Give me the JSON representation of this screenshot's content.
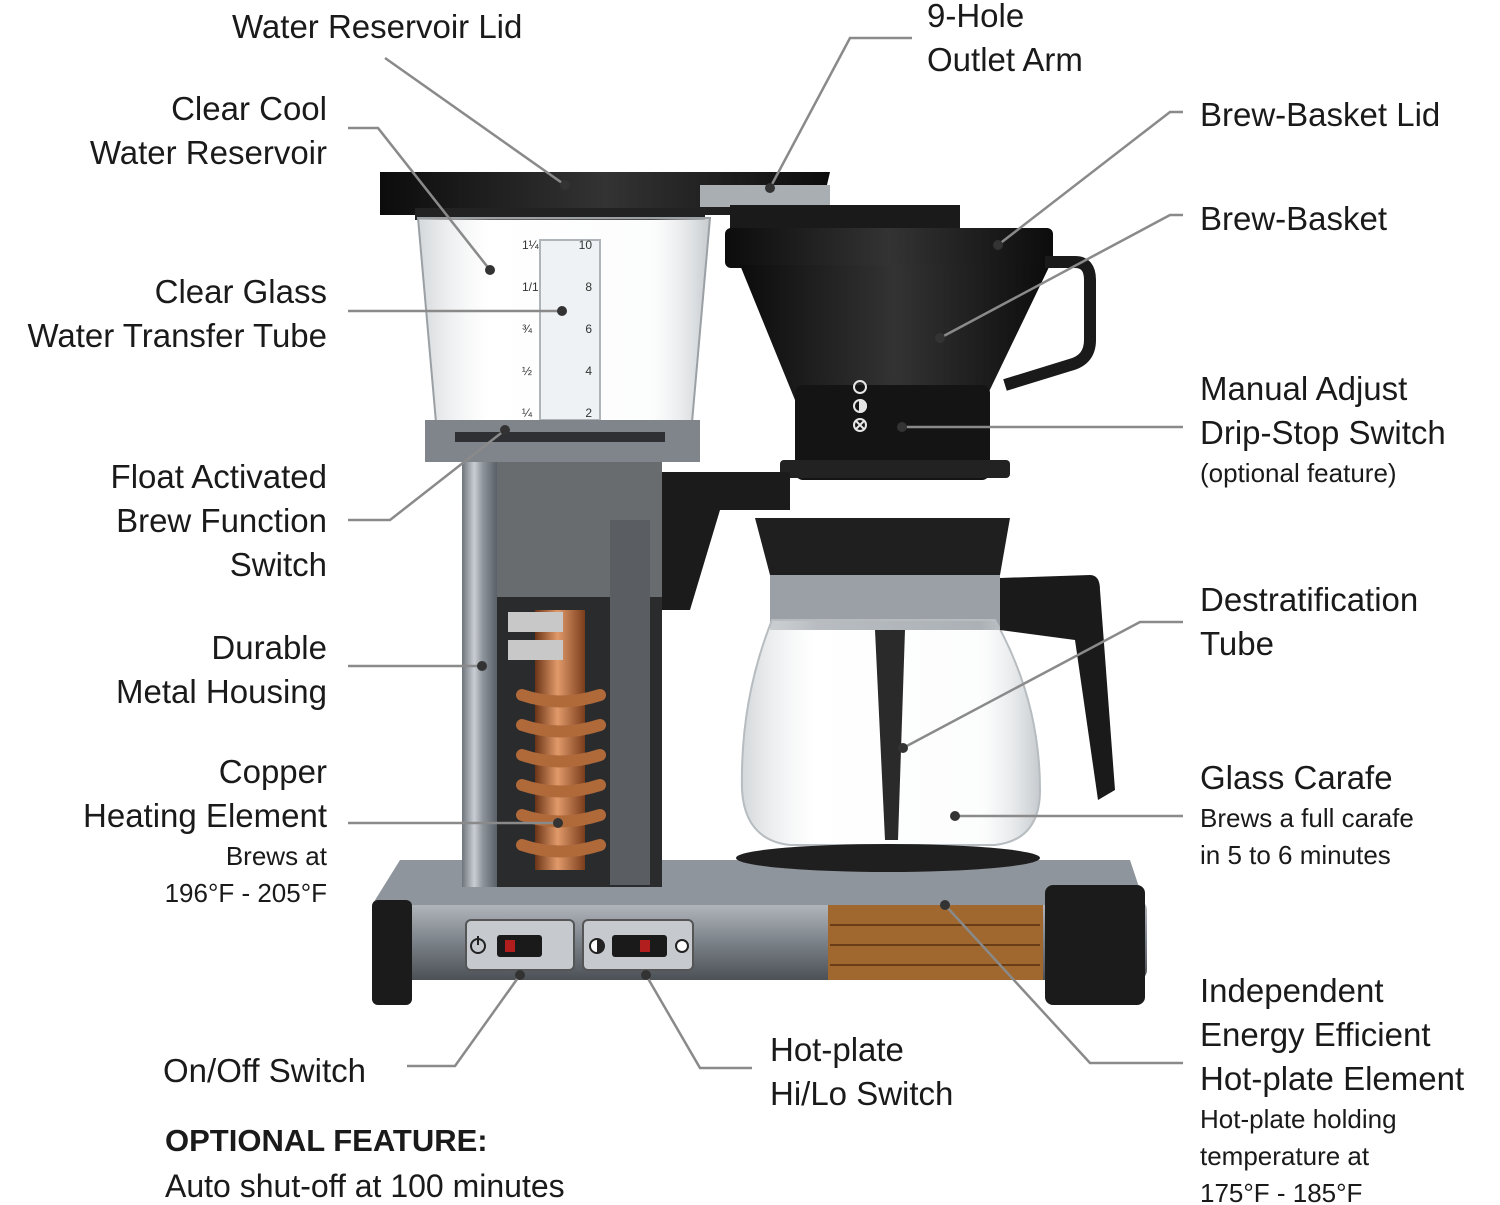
{
  "labels": {
    "water_reservoir_lid": [
      "Water Reservoir Lid"
    ],
    "clear_cool_water_reservoir": [
      "Clear Cool",
      "Water Reservoir"
    ],
    "clear_glass_tube": [
      "Clear Glass",
      "Water Transfer Tube"
    ],
    "float_switch": [
      "Float Activated",
      "Brew Function",
      "Switch"
    ],
    "metal_housing": [
      "Durable",
      "Metal Housing"
    ],
    "copper_heating": {
      "lines": [
        "Copper",
        "Heating Element"
      ],
      "sub": [
        "Brews at",
        "196°F - 205°F"
      ]
    },
    "on_off_switch": [
      "On/Off Switch"
    ],
    "hotplate_switch": [
      "Hot-plate",
      "Hi/Lo Switch"
    ],
    "outlet_arm": [
      "9-Hole",
      "Outlet Arm"
    ],
    "brew_basket_lid": [
      "Brew-Basket Lid"
    ],
    "brew_basket": [
      "Brew-Basket"
    ],
    "drip_stop": {
      "lines": [
        "Manual Adjust",
        "Drip-Stop Switch"
      ],
      "sub": [
        "(optional feature)"
      ]
    },
    "destratification": [
      "Destratification",
      "Tube"
    ],
    "glass_carafe": {
      "lines": [
        "Glass Carafe"
      ],
      "sub": [
        "Brews a full carafe",
        "in 5 to 6 minutes"
      ]
    },
    "hotplate_element": {
      "lines": [
        "Independent",
        "Energy Efficient",
        "Hot-plate Element"
      ],
      "sub": [
        "Hot-plate holding",
        "temperature at",
        "175°F - 185°F"
      ]
    }
  },
  "optional": {
    "title": "OPTIONAL FEATURE:",
    "text": "Auto shut-off at 100 minutes"
  },
  "reservoir_scale": [
    {
      "left": "1¼",
      "right": "10"
    },
    {
      "left": "1/1",
      "right": "8"
    },
    {
      "left": "¾",
      "right": "6"
    },
    {
      "left": "½",
      "right": "4"
    },
    {
      "left": "¼",
      "right": "2"
    }
  ],
  "icons": {
    "power": "power-icon",
    "hotplate": "half-moon-icon",
    "drip_open": "circle-open-icon",
    "drip_half": "circle-half-icon",
    "drip_closed": "circle-x-icon"
  },
  "colors": {
    "leader": "#8a8a8a",
    "text": "#1a1a1a",
    "copper": "#b96a3c",
    "metal": "#9aa0a8",
    "black": "#161616"
  }
}
